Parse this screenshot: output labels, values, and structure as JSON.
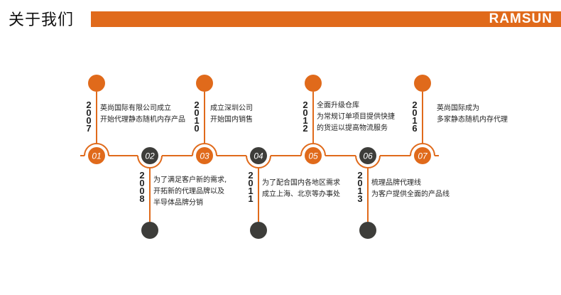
{
  "header": {
    "title": "关于我们",
    "brand": "RAMSUN"
  },
  "colors": {
    "orange": "#e06a1b",
    "dark": "#3d3d3a",
    "line": "#e06a1b"
  },
  "timeline": [
    {
      "num": "01",
      "year": "2007",
      "lines": [
        "英尚国际有限公司成立",
        "开始代理静态随机内存产品"
      ],
      "pos": "top"
    },
    {
      "num": "02",
      "year": "2008",
      "lines": [
        "为了满足客户新的需求,",
        "开拓新的代理品牌以及",
        "半导体品牌分销"
      ],
      "pos": "bottom"
    },
    {
      "num": "03",
      "year": "2010",
      "lines": [
        "成立深圳公司",
        "开始国内销售"
      ],
      "pos": "top"
    },
    {
      "num": "04",
      "year": "2011",
      "lines": [
        "为了配合国内各地区需求",
        "成立上海、北京等办事处"
      ],
      "pos": "bottom"
    },
    {
      "num": "05",
      "year": "2012",
      "lines": [
        "全面升级仓库",
        "为常规订单项目提供快捷",
        "的货运以提高物流服务"
      ],
      "pos": "top"
    },
    {
      "num": "06",
      "year": "2013",
      "lines": [
        "梳理品牌代理线",
        "为客户提供全面的产品线"
      ],
      "pos": "bottom"
    },
    {
      "num": "07",
      "year": "2016",
      "lines": [
        "英尚国际成为",
        "多家静态随机内存代理"
      ],
      "pos": "top"
    }
  ]
}
